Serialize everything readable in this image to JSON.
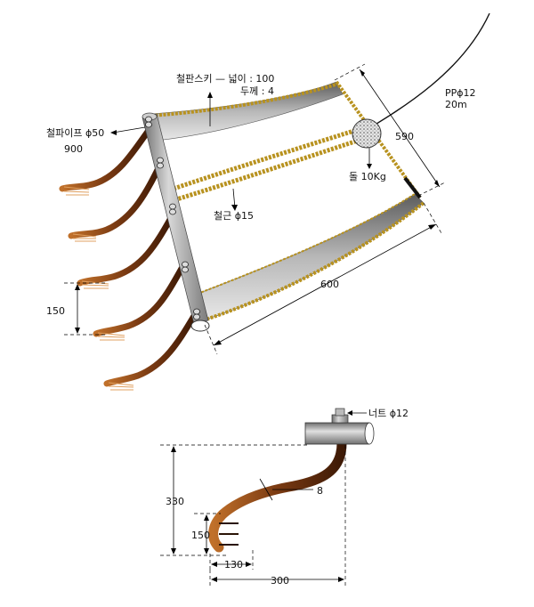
{
  "top": {
    "skid_label_1": "철판스키 — 넓이 : 100",
    "skid_label_2": "두께 : 4",
    "pipe_label": "철파이프 ϕ50",
    "pipe_length": "900",
    "rope_label_1": "PPϕ12",
    "rope_label_2": "20m",
    "stone_label": "돌 10Kg",
    "rebar_label": "철근 ϕ15",
    "dim_width": "590",
    "dim_length": "600",
    "dim_tine_spacing": "150"
  },
  "bottom": {
    "nut_label": "너트 ϕ12",
    "dim_thickness": "8",
    "dim_height": "330",
    "dim_hook_height": "150",
    "dim_hook_width": "130",
    "dim_total_width": "300"
  },
  "colors": {
    "pipe": "#9a9a9a",
    "skid": "#8c8c8c",
    "tine": "#7a3a12",
    "rebar": "#b8921f"
  }
}
